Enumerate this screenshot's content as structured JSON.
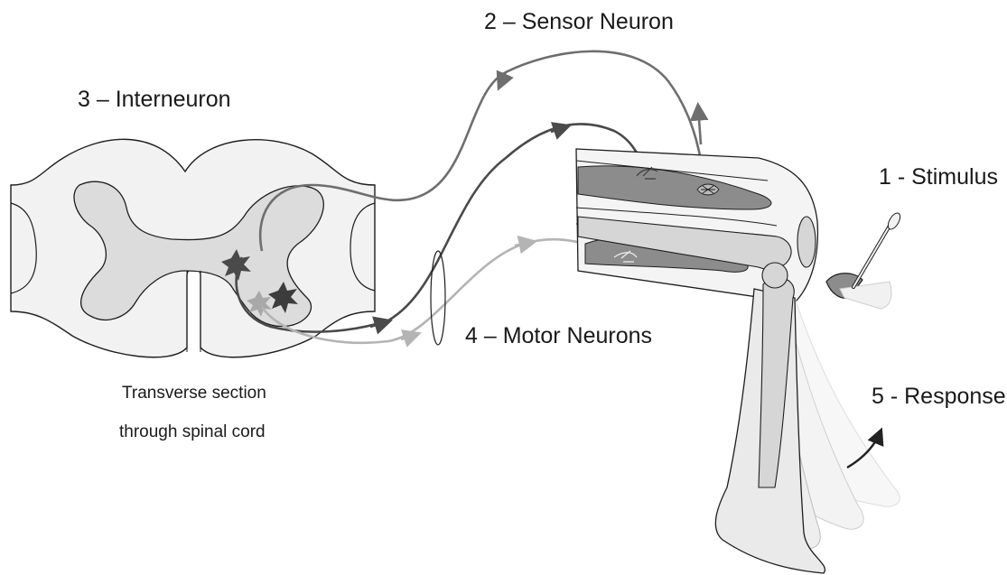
{
  "labels": {
    "stimulus": "1 - Stimulus",
    "sensor": "2 – Sensor Neuron",
    "interneuron": "3 – Interneuron",
    "motor": "4 – Motor Neurons",
    "response": "5 - Response",
    "caption_line1": "Transverse section",
    "caption_line2": "through spinal cord"
  },
  "colors": {
    "sensor_path": "#6e6e6e",
    "motor_dark_path": "#4a4a4a",
    "motor_light_path": "#b4b4b4",
    "grey_matter": "#dcdcdc",
    "white_matter": "#f2f2f2",
    "muscle": "#8c8c8c",
    "bone": "#d6d6d6"
  }
}
